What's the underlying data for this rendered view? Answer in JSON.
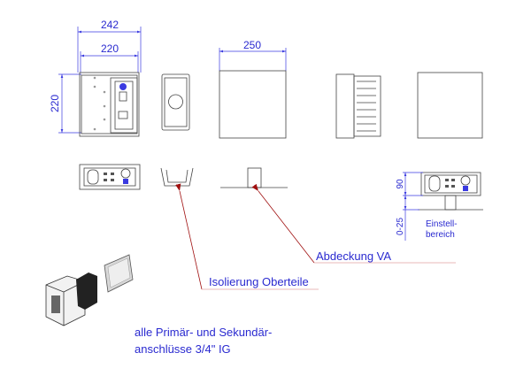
{
  "dimensions": {
    "box_outer_width": "242",
    "box_inner_width": "220",
    "box_height": "220",
    "cover_width": "250",
    "depth": "90",
    "adjust_range": "0-25"
  },
  "labels": {
    "adjust_line1": "Einstell-",
    "adjust_line2": "bereich",
    "cover": "Abdeckung VA",
    "insulation": "Isolierung Oberteile",
    "note_line1": "alle Primär- und Sekundär-",
    "note_line2": "anschlüsse 3/4\" IG"
  },
  "colors": {
    "dimension": "#2a2ad0",
    "leader": "#a01010",
    "leader_line": "#e0a0a0"
  }
}
